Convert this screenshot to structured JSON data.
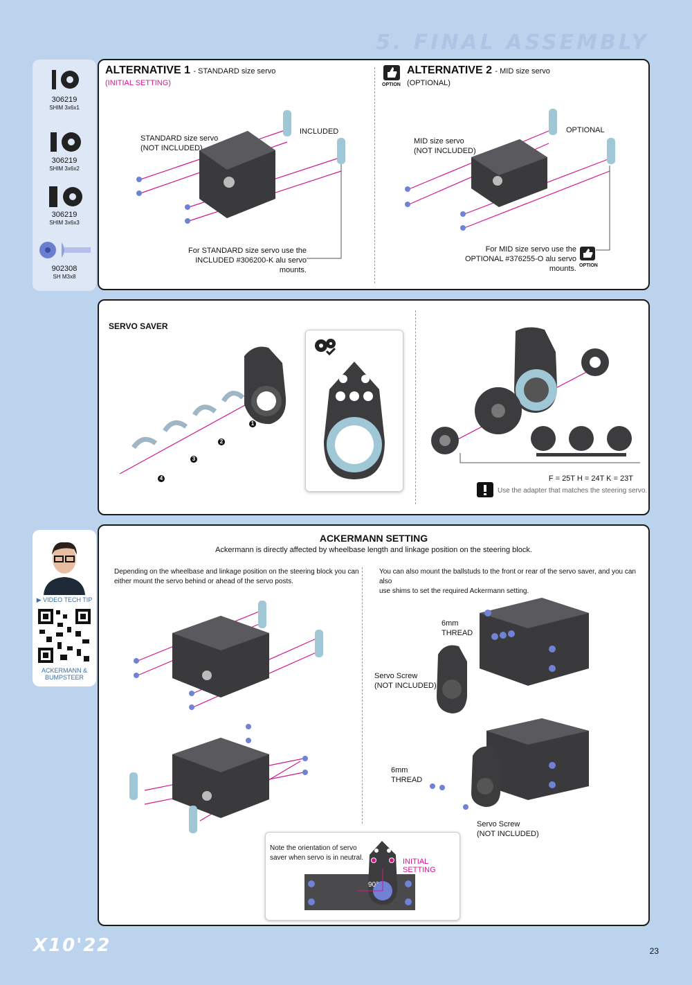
{
  "header": {
    "section_title": "5. FINAL ASSEMBLY"
  },
  "parts": [
    {
      "code": "306219",
      "name": "SHIM 3x6x1"
    },
    {
      "code": "306219",
      "name": "SHIM 3x6x2"
    },
    {
      "code": "306219",
      "name": "SHIM 3x6x3"
    },
    {
      "code": "902308",
      "name": "SH M3x8"
    }
  ],
  "alt1": {
    "title": "ALTERNATIVE 1",
    "subtitle": "- STANDARD size servo",
    "tag": "(INITIAL SETTING)",
    "servo_label_1": "STANDARD size servo",
    "servo_label_2": "(NOT INCLUDED)",
    "mount_label": "INCLUDED",
    "note_1": "For STANDARD size servo use the",
    "note_2": "INCLUDED #306200-K alu servo mounts."
  },
  "alt2": {
    "option_label": "OPTION",
    "title": "ALTERNATIVE 2",
    "subtitle": "- MID size servo",
    "tag": "(OPTIONAL)",
    "servo_label_1": "MID size servo",
    "servo_label_2": "(NOT INCLUDED)",
    "mount_label": "OPTIONAL",
    "note_1": "For MID size servo use the",
    "note_2": "OPTIONAL #376255-O alu servo mounts.",
    "note_option": "OPTION"
  },
  "servo_saver": {
    "title": "SERVO SAVER",
    "steps": [
      "1",
      "2",
      "3",
      "4"
    ],
    "adapters": "F = 25T     H = 24T     K = 23T",
    "adapter_note": "Use the adapter that matches the steering servo."
  },
  "tip": {
    "video_label": "VIDEO TECH TIP",
    "topic_1": "ACKERMANN &",
    "topic_2": "BUMPSTEER"
  },
  "ackermann": {
    "title": "ACKERMANN SETTING",
    "subtitle": "Ackermann is directly affected by wheelbase length and linkage position on the steering block.",
    "left_text_1": "Depending on the wheelbase and linkage position on the steering block you can",
    "left_text_2": "either mount the servo behind or ahead of the servo posts.",
    "right_text_1": "You can also mount the ballstuds to the front or rear of the servo saver, and you can also",
    "right_text_2": "use shims to set the required Ackermann setting.",
    "thread_1a": "6mm",
    "thread_1b": "THREAD",
    "screw_1a": "Servo Screw",
    "screw_1b": "(NOT INCLUDED)",
    "thread_2a": "6mm",
    "thread_2b": "THREAD",
    "screw_2a": "Servo Screw",
    "screw_2b": "(NOT INCLUDED)",
    "note_1": "Note the orientation of servo",
    "note_2": "saver when servo is in neutral.",
    "initial": "INITIAL SETTING",
    "angle": "90°"
  },
  "footer": {
    "logo": "X10'22",
    "page": "23"
  },
  "colors": {
    "accent": "#d4178e",
    "panel_bg": "#ffffff",
    "page_bg": "#bcd3ee"
  }
}
